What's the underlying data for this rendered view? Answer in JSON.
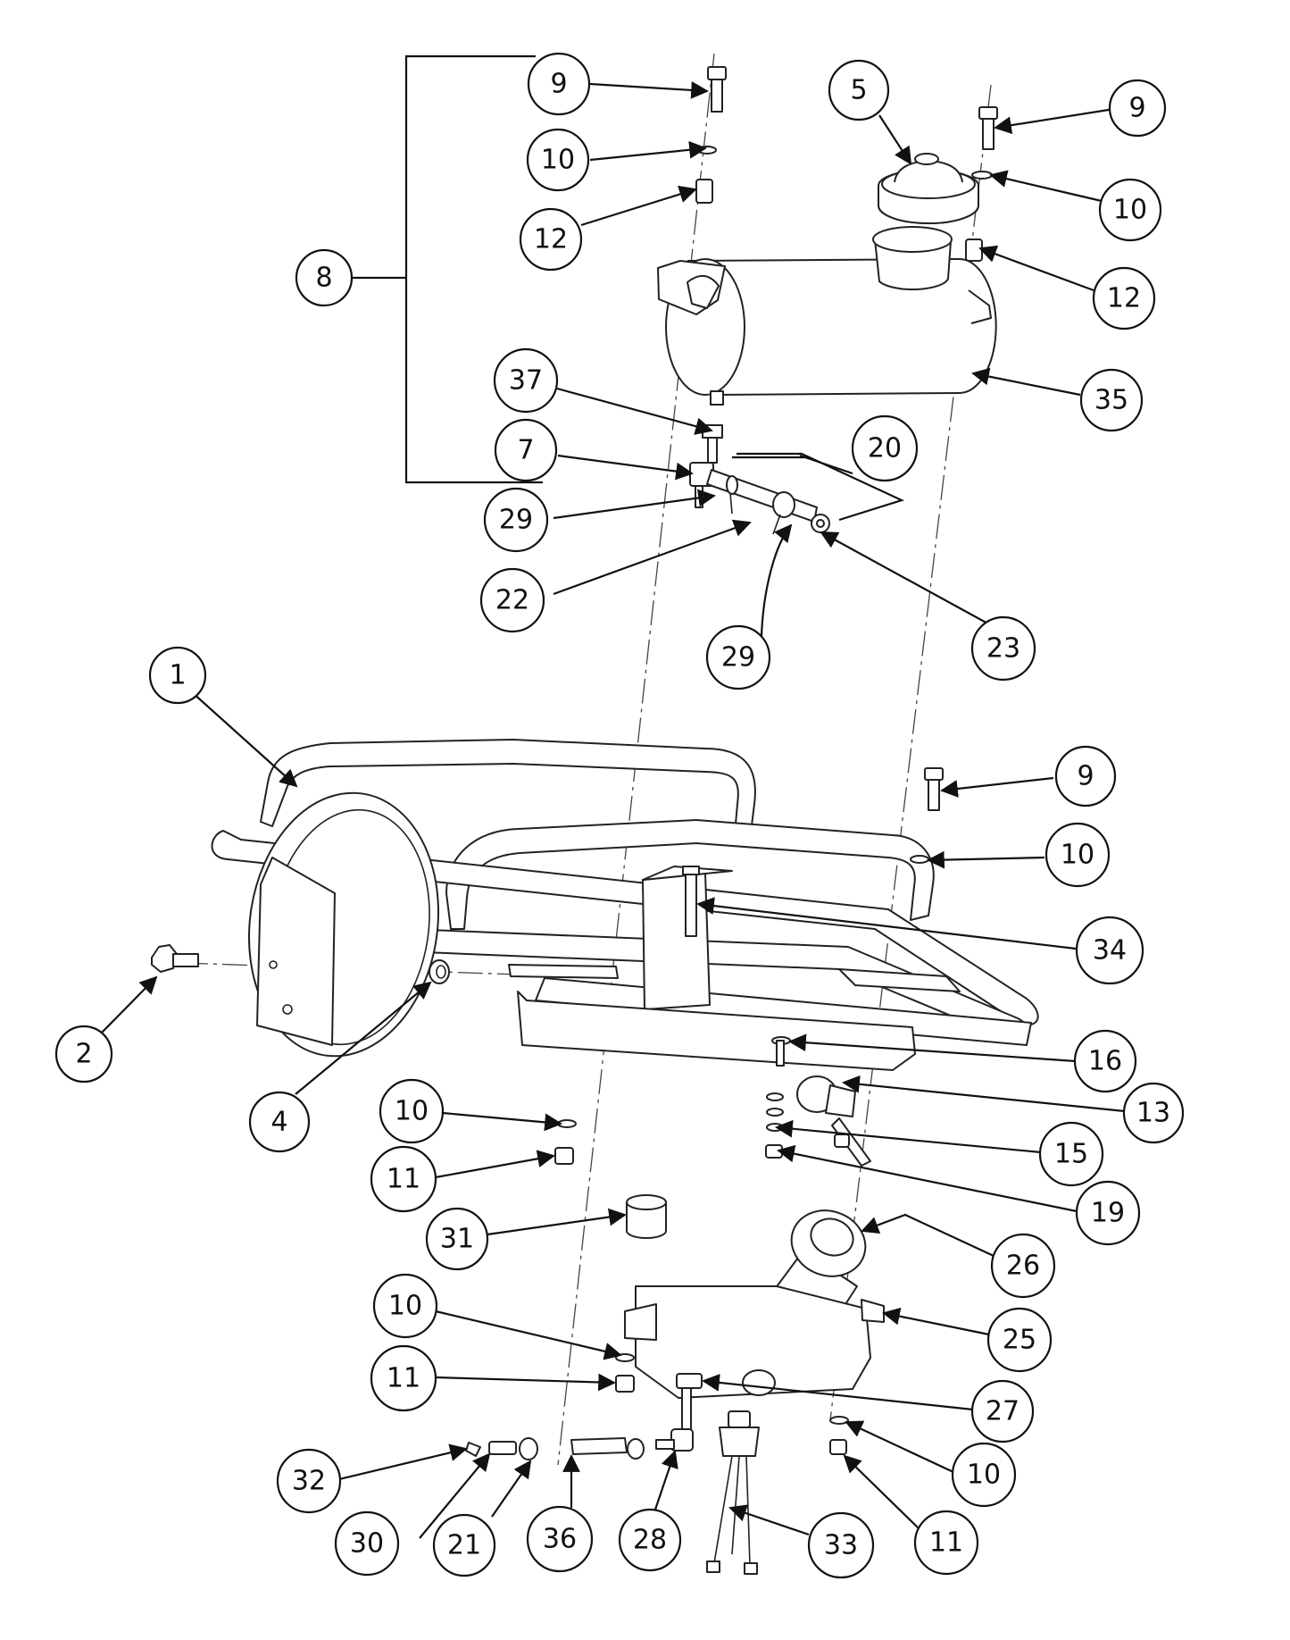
{
  "callouts": [
    {
      "label": "9"
    },
    {
      "label": "10"
    },
    {
      "label": "12"
    },
    {
      "label": "8"
    },
    {
      "label": "5"
    },
    {
      "label": "9"
    },
    {
      "label": "10"
    },
    {
      "label": "12"
    },
    {
      "label": "35"
    },
    {
      "label": "37"
    },
    {
      "label": "7"
    },
    {
      "label": "20"
    },
    {
      "label": "29"
    },
    {
      "label": "22"
    },
    {
      "label": "29"
    },
    {
      "label": "23"
    },
    {
      "label": "1"
    },
    {
      "label": "9"
    },
    {
      "label": "10"
    },
    {
      "label": "34"
    },
    {
      "label": "2"
    },
    {
      "label": "4"
    },
    {
      "label": "16"
    },
    {
      "label": "10"
    },
    {
      "label": "13"
    },
    {
      "label": "11"
    },
    {
      "label": "15"
    },
    {
      "label": "19"
    },
    {
      "label": "31"
    },
    {
      "label": "26"
    },
    {
      "label": "10"
    },
    {
      "label": "25"
    },
    {
      "label": "11"
    },
    {
      "label": "27"
    },
    {
      "label": "10"
    },
    {
      "label": "32"
    },
    {
      "label": "30"
    },
    {
      "label": "21"
    },
    {
      "label": "36"
    },
    {
      "label": "28"
    },
    {
      "label": "33"
    },
    {
      "label": "11"
    }
  ]
}
